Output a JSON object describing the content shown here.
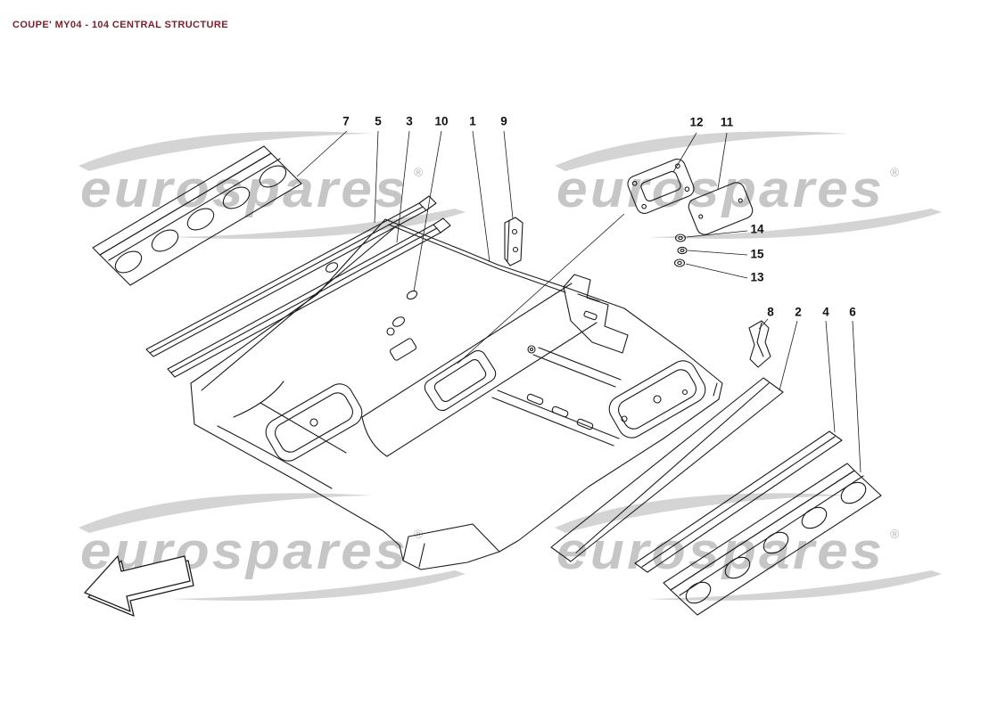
{
  "title": "COUPE' MY04 - 104 CENTRAL STRUCTURE",
  "watermark": {
    "text": "eurospares",
    "reg": "®"
  },
  "colors": {
    "title": "#7d1f2b",
    "watermark": "#c6c6c6",
    "line_art": "#1c1c1c",
    "background": "#ffffff"
  },
  "parts": [
    {
      "label": "7"
    },
    {
      "label": "5"
    },
    {
      "label": "3"
    },
    {
      "label": "10"
    },
    {
      "label": "1"
    },
    {
      "label": "9"
    },
    {
      "label": "12"
    },
    {
      "label": "11"
    },
    {
      "label": "14"
    },
    {
      "label": "15"
    },
    {
      "label": "13"
    },
    {
      "label": "8"
    },
    {
      "label": "2"
    },
    {
      "label": "4"
    },
    {
      "label": "6"
    }
  ]
}
